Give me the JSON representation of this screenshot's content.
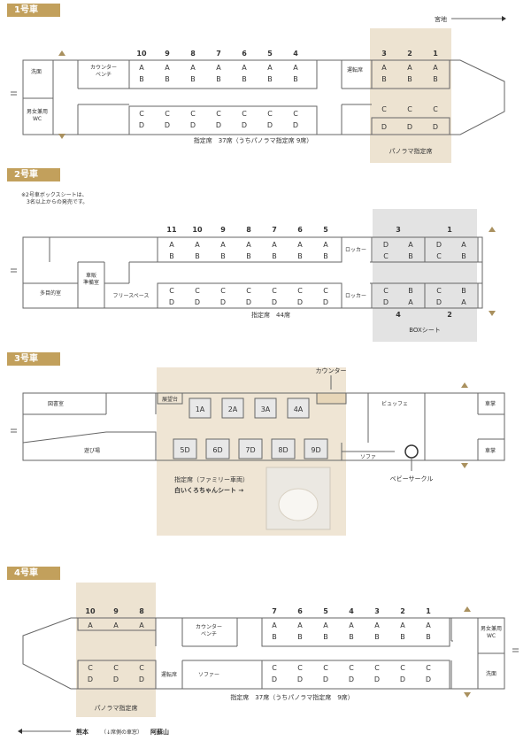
{
  "colors": {
    "label_bg": "#c2a05c",
    "panorama_bg": "#ede3d1",
    "box_bg": "#e3e3e3",
    "family_bg": "#efe5d4",
    "line": "#666666"
  },
  "car1": {
    "label": "1号車",
    "direction": "宮地",
    "seat_numbers": [
      "10",
      "9",
      "8",
      "7",
      "6",
      "5",
      "4",
      "3",
      "2",
      "1"
    ],
    "washroom": "洗面",
    "wc": "男女兼用\nWC",
    "counter_bench": "カウンター\nベンチ",
    "driver_seat": "運転席",
    "summary": "指定席　37席（うちパノラマ指定席 9席）",
    "panorama": "パノラマ指定席"
  },
  "car2": {
    "label": "2号車",
    "note": "※2号車ボックスシートは、\n　3名以上からの発売です。",
    "seat_numbers": [
      "11",
      "10",
      "9",
      "8",
      "7",
      "6",
      "5"
    ],
    "box_numbers_top": [
      "3",
      "1"
    ],
    "box_numbers_bottom": [
      "4",
      "2"
    ],
    "multipurpose": "多目的室",
    "sales_prep": "車販\n準備室",
    "free_space": "フリースペース",
    "locker": "ロッカー",
    "summary": "指定席　44席",
    "box_seat": "BOXシート"
  },
  "car3": {
    "label": "3号車",
    "library": "図書室",
    "playground": "遊び場",
    "viewing_deck": "展望台",
    "seats_top": [
      "1A",
      "2A",
      "3A",
      "4A"
    ],
    "seats_bottom": [
      "5D",
      "6D",
      "7D",
      "8D",
      "9D"
    ],
    "counter": "カウンター",
    "buffet": "ビュッフェ",
    "sofa": "ソファ",
    "baby_circle": "ベビーサークル",
    "conductor": "車掌",
    "family_title": "指定席（ファミリー車両）",
    "family_seat": "白いくろちゃんシート →"
  },
  "car4": {
    "label": "4号車",
    "seat_numbers": [
      "10",
      "9",
      "8",
      "7",
      "6",
      "5",
      "4",
      "3",
      "2",
      "1"
    ],
    "counter_bench": "カウンター\nベンチ",
    "driver_seat": "運転席",
    "sofa": "ソファー",
    "wc": "男女兼用\nWC",
    "washroom": "洗面",
    "summary": "指定席　37席（うちパノラマ指定席　9席）",
    "panorama": "パノラマ指定席",
    "direction_left": "熊本",
    "direction_note": "（↓席側の車窓）",
    "direction_right": "阿蘇山"
  }
}
